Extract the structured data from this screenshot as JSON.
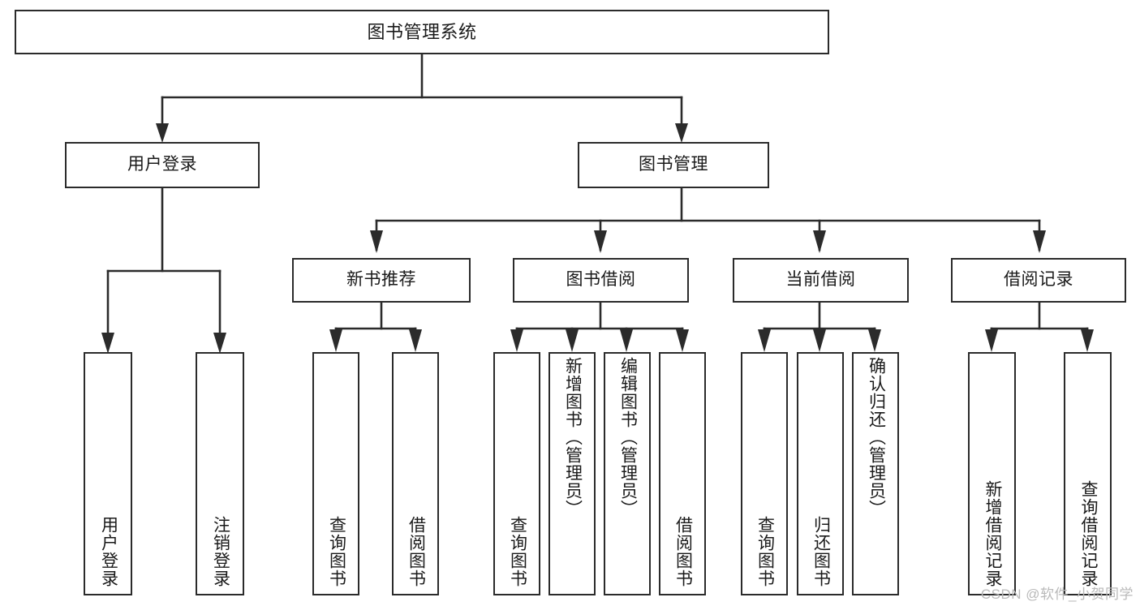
{
  "diagram": {
    "title": "图书管理系统",
    "background_color": "#ffffff",
    "line_color": "#2b2b2b",
    "text_color": "#1a1a1a",
    "watermark": "CSDN @软件_小贺同学",
    "levels": {
      "root": [
        "图书管理系统"
      ],
      "level1": [
        "用户登录",
        "图书管理"
      ],
      "level2": [
        "新书推荐",
        "图书借阅",
        "当前借阅",
        "借阅记录"
      ],
      "leaves": [
        "用户登录",
        "注销登录",
        "查询图书",
        "借阅图书",
        "查询图书",
        "新增图书（管理员）",
        "编辑图书（管理员）",
        "借阅图书",
        "查询图书",
        "归还图书",
        "确认归还（管理员）",
        "新增借阅记录",
        "查询借阅记录"
      ]
    },
    "nodes": {
      "root": {
        "label": "图书管理系统"
      },
      "user_login": {
        "label": "用户登录"
      },
      "book_manage": {
        "label": "图书管理"
      },
      "new_book_rec": {
        "label": "新书推荐"
      },
      "book_borrow": {
        "label": "图书借阅"
      },
      "current_borrow": {
        "label": "当前借阅"
      },
      "borrow_record": {
        "label": "借阅记录"
      },
      "leaf_user_login": {
        "label": "用户登录"
      },
      "leaf_logout": {
        "label": "注销登录"
      },
      "leaf_rec_query": {
        "label": "查询图书"
      },
      "leaf_rec_borrow": {
        "label": "借阅图书"
      },
      "leaf_borrow_query": {
        "label": "查询图书"
      },
      "leaf_borrow_add": {
        "label": "新增图书（管理员）"
      },
      "leaf_borrow_edit": {
        "label": "编辑图书（管理员）"
      },
      "leaf_borrow_do": {
        "label": "借阅图书"
      },
      "leaf_cur_query": {
        "label": "查询图书"
      },
      "leaf_cur_return": {
        "label": "归还图书"
      },
      "leaf_cur_confirm": {
        "label": "确认归还（管理员）"
      },
      "leaf_rec_add": {
        "label": "新增借阅记录"
      },
      "leaf_rec_search": {
        "label": "查询借阅记录"
      }
    }
  }
}
